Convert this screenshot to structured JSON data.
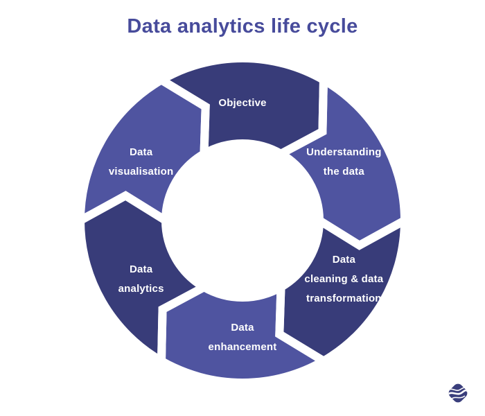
{
  "colors": {
    "background": "#FFFFFF",
    "title_text": "#474B9B",
    "label_text": "#FFFFFF",
    "segment_dark": "#383C79",
    "segment_light": "#4F54A0",
    "divider": "#FFFFFF",
    "logo": "#3A3E7C"
  },
  "chart_data": {
    "type": "cycle",
    "title": "Data analytics life cycle",
    "flow_direction": "clockwise",
    "stages": [
      {
        "label": "Objective",
        "lines": [
          "Objective"
        ],
        "color": "#383C79",
        "clock_position_deg": 0
      },
      {
        "label": "Understanding the data",
        "lines": [
          "Understanding",
          "the data"
        ],
        "color": "#4F54A0",
        "clock_position_deg": 60
      },
      {
        "label": "Data cleaning & data transformation",
        "lines": [
          "Data",
          "cleaning & data",
          "transformation"
        ],
        "color": "#383C79",
        "clock_position_deg": 120
      },
      {
        "label": "Data enhancement",
        "lines": [
          "Data",
          "enhancement"
        ],
        "color": "#4F54A0",
        "clock_position_deg": 180
      },
      {
        "label": "Data analytics",
        "lines": [
          "Data",
          "analytics"
        ],
        "color": "#383C79",
        "clock_position_deg": 240
      },
      {
        "label": "Data visualisation",
        "lines": [
          "Data",
          "visualisation"
        ],
        "color": "#4F54A0",
        "clock_position_deg": 300
      }
    ]
  },
  "footer": {
    "logo_icon": "swirl-diamond-logo-icon"
  }
}
